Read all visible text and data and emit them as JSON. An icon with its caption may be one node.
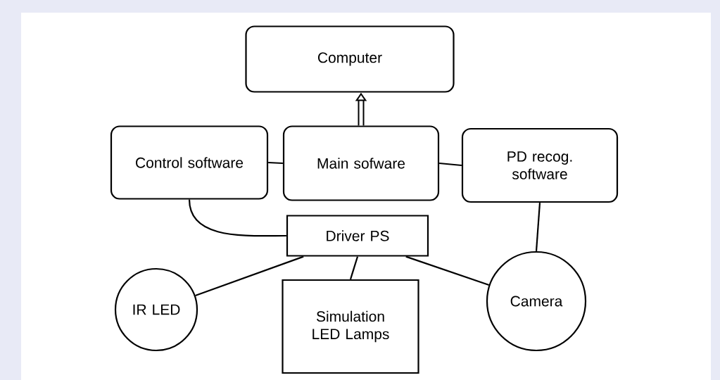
{
  "diagram": {
    "nodes": [
      {
        "text": [
          "Computer"
        ]
      },
      {
        "text": [
          "Control software"
        ]
      },
      {
        "text": [
          "Main sofware"
        ]
      },
      {
        "text": [
          "PD recog. software"
        ]
      },
      {
        "text": [
          "Driver PS"
        ]
      },
      {
        "text": [
          "IR LED"
        ]
      },
      {
        "text": [
          "Simulation LED Lamps"
        ]
      },
      {
        "text": [
          "Camera"
        ]
      }
    ],
    "edges": [
      {
        "from": 2,
        "to": 0,
        "arrow": "to",
        "style": "thick"
      },
      {
        "from": 1,
        "to": 2,
        "arrow": "none"
      },
      {
        "from": 2,
        "to": 3,
        "arrow": "none"
      },
      {
        "from": 1,
        "to": 4,
        "arrow": "none"
      },
      {
        "from": 3,
        "to": 7,
        "arrow": "none"
      },
      {
        "from": 4,
        "to": 5,
        "arrow": "none"
      },
      {
        "from": 4,
        "to": 6,
        "arrow": "none"
      },
      {
        "from": 4,
        "to": 7,
        "arrow": "none"
      }
    ]
  }
}
